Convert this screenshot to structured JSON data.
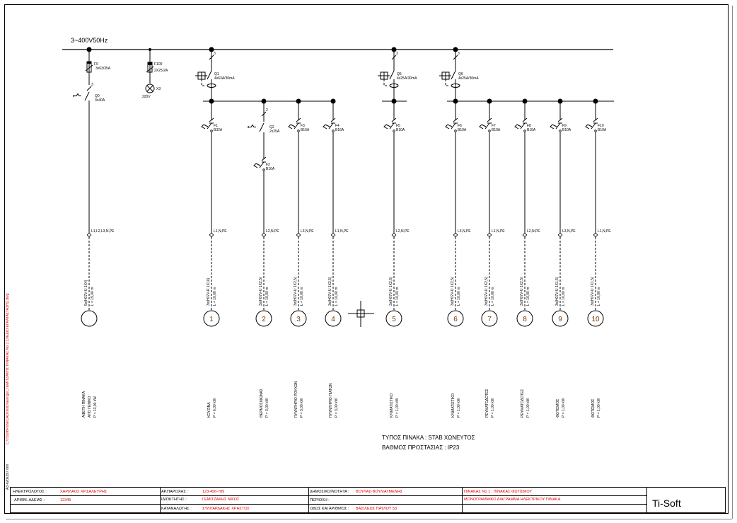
{
  "supply": {
    "label": "3~400V50Hz"
  },
  "sheet": {
    "size": "A3 420x297 mm",
    "path": "C:\\TiSoft\\PanelCAD\\nsl\\Drawings\\_ΓΕΜΙΤΖΑΚΗΣ ΠΙΝΑΚΑΣ No 1 ΣΧΕΔΙΟ ΕΓΚΑΤΑΣΤΑΣΗΣ.dwg"
  },
  "main_feeder": {
    "fuse_name": "F0",
    "fuse_rating": "3x63/35A",
    "poles": "3",
    "switch_name": "Q0",
    "switch_rating": "3x40A",
    "phases": "L1,L2,L3,N,PE",
    "cable": "5x(H07V-U 1X4)",
    "length": "L = 15,00 m",
    "desc": [
      "ΑΦΕΤΗ ΠΙΝΑΚΑ",
      "ΑΠΟ ΓΕΝΙΚΟ",
      "P = 13,00 kW"
    ]
  },
  "lamp": {
    "fuse_name": "F100",
    "fuse_rating": "2X25/2A",
    "name": "X3",
    "voltage": "220V"
  },
  "rcds": [
    {
      "name": "Q1",
      "rating": "4x63A/30mA",
      "poles": "3"
    },
    {
      "name": "Q5",
      "rating": "4x25A/30mA",
      "poles": "3"
    },
    {
      "name": "Q6",
      "rating": "4x25A/30mA",
      "poles": "3"
    }
  ],
  "circuits": [
    {
      "num": "1",
      "breaker": "F1",
      "rating": "B32A",
      "phases": "L1,N,PE",
      "cable": "3x(H07V-R 1X10)",
      "length": "L = 10,00 m",
      "desc": [
        "ΚΟΥΖΙΝΑ",
        "P = 6,00 kW"
      ]
    },
    {
      "num": "2",
      "switch": "Q2",
      "switch_rating": "2x25A",
      "switch_poles": "2",
      "breaker": "F2",
      "rating": "B16A",
      "phases": "L2,N,PE",
      "cable": "3x(H07V-U 1X2,5)",
      "length": "L = 10,00 m",
      "desc": [
        "ΘΕΡΜΟΣΙΦΩΝΑΣ",
        "P = 3,00 kW"
      ]
    },
    {
      "num": "3",
      "breaker": "F3",
      "rating": "B16A",
      "phases": "L3,N,PE",
      "cable": "3x(H07V-U 1X2,5)",
      "length": "L = 10,00 m",
      "desc": [
        "ΠΛΥΝΤΗΡΙΟ ΡΟΥΧΩΝ",
        "P = 3,00 kW"
      ]
    },
    {
      "num": "4",
      "breaker": "F4",
      "rating": "B16A",
      "phases": "L1,N,PE",
      "cable": "3x(H07V-U 1X2,5)",
      "length": "L = 10,00 m",
      "desc": [
        "ΠΛΥΝΤΗΡΙΟ ΠΙΑΤΩΝ",
        "P = 3,00 kW"
      ]
    },
    {
      "num": "5",
      "breaker": "F5",
      "rating": "B10A",
      "phases": "L2,N,PE",
      "cable": "3x(H07V-U 1X2,5)",
      "length": "L = 10,00 m",
      "desc": [
        "ΚΛΙΜΑΤΙΣΤΙΚΟ",
        "P = 1,00 kW"
      ]
    },
    {
      "num": "6",
      "breaker": "F6",
      "rating": "B10A",
      "phases": "L3,N,PE",
      "cable": "3x(H07V-U 1X2,5)",
      "length": "L = 10,00 m",
      "desc": [
        "ΚΛΙΜΑΤΙΣΤΙΚΟ",
        "P = 1,00 kW"
      ]
    },
    {
      "num": "7",
      "breaker": "F7",
      "rating": "B10A",
      "phases": "L1,N,PE",
      "cable": "3x(H07V-U 1X2,5)",
      "length": "L = 10,00 m",
      "desc": [
        "ΡΕΥΜΑΤΟΔΟΤΕΣ",
        "P = 1,00 kW"
      ]
    },
    {
      "num": "8",
      "breaker": "F8",
      "rating": "B10A",
      "phases": "L2,N,PE",
      "cable": "3x(H07V-U 1X2,5)",
      "length": "L = 10,00 m",
      "desc": [
        "ΡΕΥΜΑΤΟΔΟΤΕΣ",
        "P = 1,00 kW"
      ]
    },
    {
      "num": "9",
      "breaker": "F9",
      "rating": "B10A",
      "phases": "L3,N,PE",
      "cable": "3x(H07V-U 1X1,5)",
      "length": "L = 10,00 m",
      "desc": [
        "ΦΩΤΙΣΜΟΣ",
        "P = 1,00 kW"
      ]
    },
    {
      "num": "10",
      "breaker": "F10",
      "rating": "B10A",
      "phases": "L1,N,PE",
      "cable": "3x(H07V-U 1X1,5)",
      "length": "L = 10,00 m",
      "desc": [
        "ΦΩΤΙΣΜΟΣ",
        "P = 1,00 kW"
      ]
    }
  ],
  "panel_info": {
    "type": "ΤΥΠΟΣ ΠΙΝΑΚΑ : STAB ΧΩΝΕΥΤΟΣ",
    "protection": "ΒΑΘΜΟΣ ΠΡΟΣΤΑΣΙΑΣ : IP23"
  },
  "title_block": {
    "electrician_label": "ΗΛΕΚΤΡΟΛΟΓΟΣ :",
    "electrician": "ΧΑΡΙΛΑΟΣ ΧΡ.ΣΑΛΕΥΡΗΣ",
    "license_label": "ΑΡΙΘΜ. ΑΔΕΙΑΣ :",
    "license": "12345",
    "supply_no_label": "ΑΡ.ΠΑΡΟΧΗΣ :",
    "supply_no": "123-456-789",
    "owner_label": "ΙΔΙΟΚΤΗΤΗΣ :",
    "owner": "ΓΕΜΙΤΖΑΚΗΣ ΝΙΚΟΣ",
    "consumer_label": "ΚΑΤΑΝΑΛΩΤΗΣ :",
    "consumer": "ΣΥΛΙΓΑΡΔΑΚΗΣ ΧΡΗΣΤΟΣ",
    "municipality_label": "ΔΗΜΟΣ/ΚΟΙΝΟΤΗΤΑ :",
    "municipality": "ΒΟΥΛΑΣ-ΒΟΥΛΙΑΓΜΕΝΗΣ",
    "area_label": "ΠΕΡΙΟΧΗ :",
    "street_label": "ΟΔΟΣ ΚΑΙ ΑΡΙΘΜΟΣ :",
    "street": "ΒΑΣΙΛΕΩΣ ΠΑΥΛΟΥ 53",
    "panel_title": "ΠΙΝΑΚΑΣ No 1 ,  ΠΙΝΑΚΑΣ ΦΩΤΙΣΜΟΥ",
    "drawing_title": "ΜΟΝΟΓΡΑΜΜΙΚΟ ΔΙΑΓΡΑΜΜΑ ΗΛΕΚΤΡΙΚΟΥ ΠΙΝΑΚΑ",
    "brand": "Ti-Soft"
  }
}
